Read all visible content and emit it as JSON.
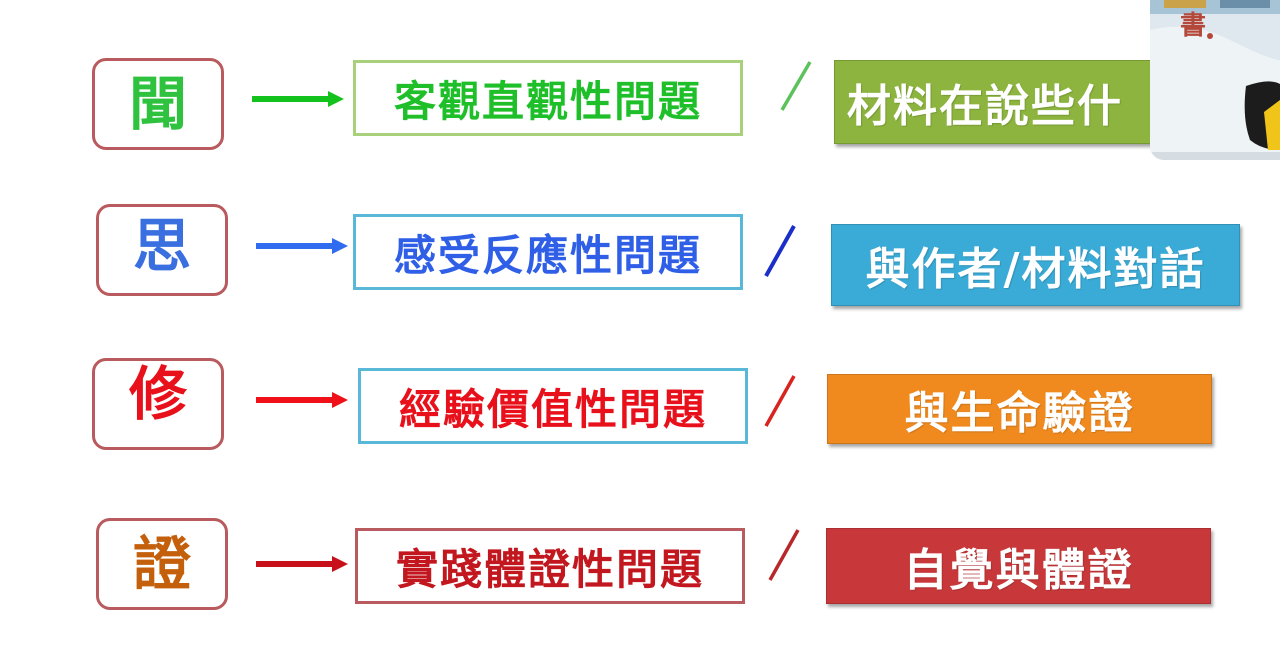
{
  "rows": [
    {
      "char": "聞",
      "char_color": "#2ec23e",
      "arrow_color": "#14c21e",
      "question": "客觀直觀性問題",
      "question_color": "#1fbf2a",
      "question_border": "#a9d07a",
      "slash_color": "#5cc25c",
      "answer": "材料在說些什",
      "answer_color": "#8cb43e"
    },
    {
      "char": "思",
      "char_color": "#3a6fe0",
      "arrow_color": "#2f6cf0",
      "question": "感受反應性問題",
      "question_color": "#2f5fe6",
      "question_border": "#59b7d8",
      "slash_color": "#1a2fc8",
      "answer": "與作者/材料對話",
      "answer_color": "#3aaad6"
    },
    {
      "char": "修",
      "char_color": "#e8101a",
      "arrow_color": "#f01018",
      "question": "經驗價值性問題",
      "question_color": "#e8101a",
      "question_border": "#59b7d8",
      "slash_color": "#d8231f",
      "answer": "與生命驗證",
      "answer_color": "#f08a1e"
    },
    {
      "char": "證",
      "char_color": "#c4600c",
      "arrow_color": "#c8101a",
      "question": "實踐體證性問題",
      "question_color": "#c2171f",
      "question_border": "#b85a5e",
      "slash_color": "#b8272a",
      "answer": "自覺與體證",
      "answer_color": "#c8383a"
    }
  ],
  "webcam": {
    "label": "webcam overlay"
  }
}
